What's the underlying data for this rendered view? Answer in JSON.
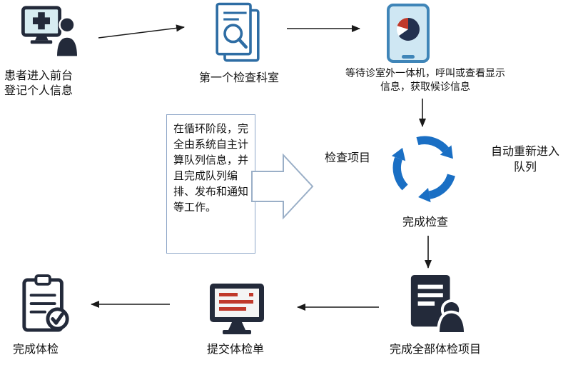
{
  "nodes": {
    "reception": {
      "label_line1": "患者进入前台",
      "label_line2": "登记个人信息",
      "icon": "reception-desk-icon"
    },
    "first_department": {
      "label": "第一个检查科室",
      "icon": "document-search-icon"
    },
    "kiosk": {
      "label_line1": "等待诊室外一体机，呼叫或查看显示",
      "label_line2": "信息，获取候诊信息",
      "icon": "tablet-pie-chart-icon"
    },
    "check_item": {
      "label": "检查项目"
    },
    "loop": {
      "label": "完成检查",
      "icon": "recycle-loop-icon"
    },
    "requeue": {
      "label_line1": "自动重新进入",
      "label_line2": "队列"
    },
    "callout": {
      "text": "在循环阶段，完全由系统自主计算队列信息，并且完成队列编排、发布和通知等工作。"
    },
    "all_done": {
      "label": "完成全部体检项目",
      "icon": "document-person-icon"
    },
    "submit": {
      "label": "提交体检单",
      "icon": "computer-monitor-icon"
    },
    "finished": {
      "label": "完成体检",
      "icon": "clipboard-check-icon"
    }
  },
  "colors": {
    "icon_dark": "#232a3a",
    "document_blue": "#2e6da4",
    "recycle_blue": "#1a6fc4",
    "accent_red": "#c0392b",
    "screen_teal": "#d7ecf1",
    "tablet_frame_blue": "#3f85b8",
    "callout_border": "#8ea6c8",
    "flow_arrow": "#1a1a1a"
  }
}
